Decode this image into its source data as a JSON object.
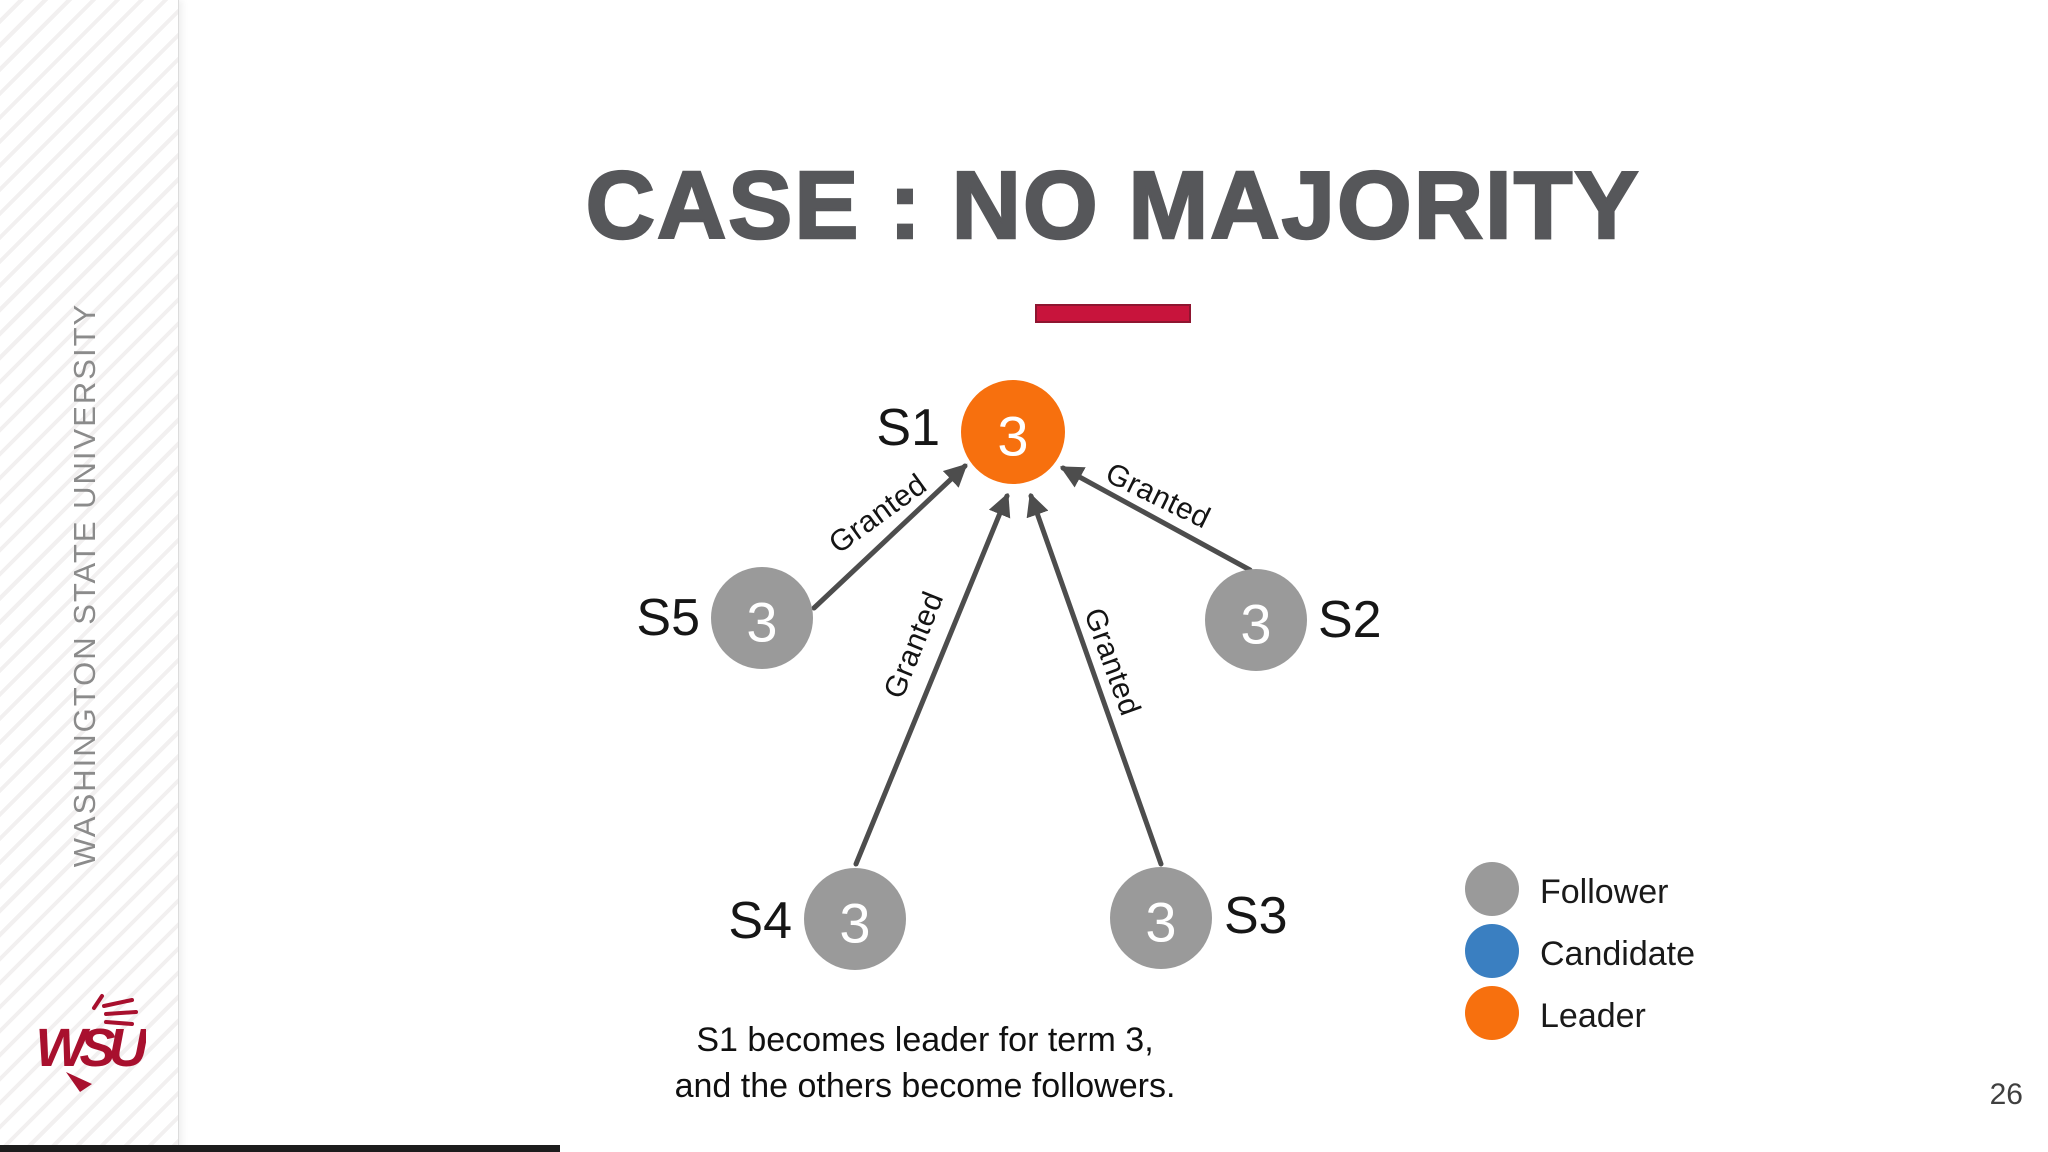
{
  "slide": {
    "title": "CASE : NO MAJORITY",
    "page_number": "26",
    "caption_line1": "S1 becomes leader for term 3,",
    "caption_line2": "and the others become followers."
  },
  "sidebar": {
    "university_name": "WASHINGTON STATE UNIVERSITY",
    "logo_icon": "wsu-cougar-logo",
    "logo_text": "WSU"
  },
  "colors": {
    "leader": "#F7700E",
    "follower": "#9A9A9A",
    "candidate": "#3A7FC1",
    "accent_crimson": "#C8143C",
    "logo_crimson": "#A8102E",
    "arrow": "#4D4D4D",
    "title_text": "#56575A"
  },
  "diagram": {
    "nodes": [
      {
        "id": "S1",
        "label": "S1",
        "term": "3",
        "role": "leader"
      },
      {
        "id": "S2",
        "label": "S2",
        "term": "3",
        "role": "follower"
      },
      {
        "id": "S3",
        "label": "S3",
        "term": "3",
        "role": "follower"
      },
      {
        "id": "S4",
        "label": "S4",
        "term": "3",
        "role": "follower"
      },
      {
        "id": "S5",
        "label": "S5",
        "term": "3",
        "role": "follower"
      }
    ],
    "edges": [
      {
        "from": "S5",
        "to": "S1",
        "label": "Granted"
      },
      {
        "from": "S2",
        "to": "S1",
        "label": "Granted"
      },
      {
        "from": "S4",
        "to": "S1",
        "label": "Granted"
      },
      {
        "from": "S3",
        "to": "S1",
        "label": "Granted"
      }
    ],
    "legend": [
      {
        "label": "Follower",
        "color": "#9A9A9A"
      },
      {
        "label": "Candidate",
        "color": "#3A7FC1"
      },
      {
        "label": "Leader",
        "color": "#F7700E"
      }
    ]
  }
}
